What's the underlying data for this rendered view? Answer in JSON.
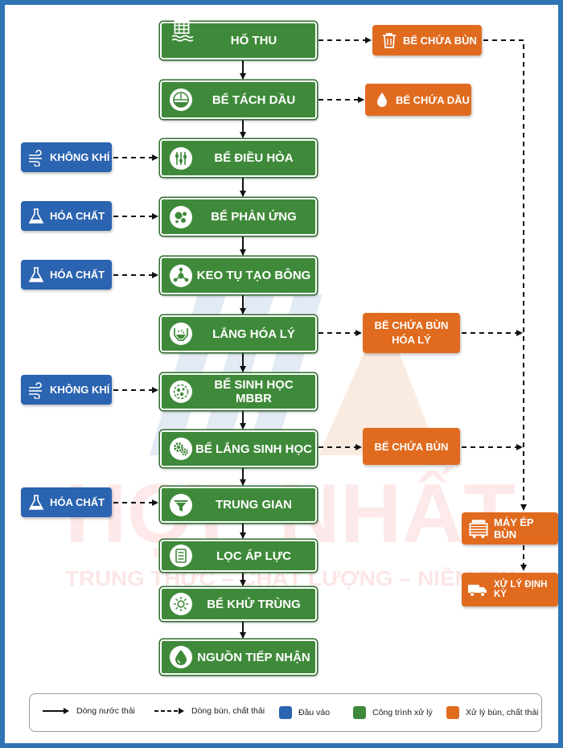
{
  "watermark": {
    "brand": "HỢP NHẤT",
    "slogan": "TRUNG THỰC – CHẤT LƯỢNG – NIỀM TIN"
  },
  "colors": {
    "input": "#2b64b0",
    "process": "#3f8a3a",
    "waste": "#e06b1f",
    "frame": "#2f74b5"
  },
  "process_steps": [
    {
      "label": "HỐ THU",
      "icon": "building-water-icon"
    },
    {
      "label": "BỂ TÁCH DẦU",
      "icon": "oil-separator-icon"
    },
    {
      "label": "BỂ ĐIỀU HÒA",
      "icon": "mixer-icon"
    },
    {
      "label": "BỂ PHẢN ỨNG",
      "icon": "reaction-bubbles-icon"
    },
    {
      "label": "KEO TỤ TẠO BÔNG",
      "icon": "molecule-icon"
    },
    {
      "label": "LẮNG HÓA LÝ",
      "icon": "settling-tank-icon"
    },
    {
      "label": "BỂ SINH HỌC MBBR",
      "icon": "bacteria-icon"
    },
    {
      "label": "BỂ LẮNG SINH HỌC",
      "icon": "gears-icon"
    },
    {
      "label": "TRUNG GIAN",
      "icon": "funnel-icon"
    },
    {
      "label": "LỌC ÁP LỰC",
      "icon": "filter-list-icon"
    },
    {
      "label": "BỂ KHỬ TRÙNG",
      "icon": "sun-disinfection-icon"
    },
    {
      "label": "NGUỒN TIẾP NHẬN",
      "icon": "water-drop-icon"
    }
  ],
  "inputs": [
    {
      "label": "KHÔNG KHÍ",
      "icon": "wind-icon"
    },
    {
      "label": "HÓA CHẤT",
      "icon": "flask-icon"
    },
    {
      "label": "HÓA CHẤT",
      "icon": "flask-icon"
    },
    {
      "label": "KHÔNG KHÍ",
      "icon": "wind-icon"
    },
    {
      "label": "HÓA CHẤT",
      "icon": "flask-icon"
    }
  ],
  "outputs": [
    {
      "label": "BỂ CHỨA BÙN",
      "icon": "trash-icon"
    },
    {
      "label": "BỂ CHỨA DẦU",
      "icon": "oil-drop-icon"
    },
    {
      "label_line1": "BỂ CHỨA BÙN",
      "label_line2": "HÓA LÝ"
    },
    {
      "label": "BỂ CHỨA BÙN"
    },
    {
      "label": "MÁY ÉP BÙN",
      "icon": "press-machine-icon"
    },
    {
      "label": "XỬ LÝ ĐỊNH KỲ",
      "icon": "truck-icon"
    }
  ],
  "legend": {
    "water_flow": "Dòng nước thải",
    "sludge_flow": "Dòng bùn, chất thải",
    "input": "Đầu vào",
    "process": "Công trình xử lý",
    "waste": "Xử lý bùn, chất thải"
  }
}
